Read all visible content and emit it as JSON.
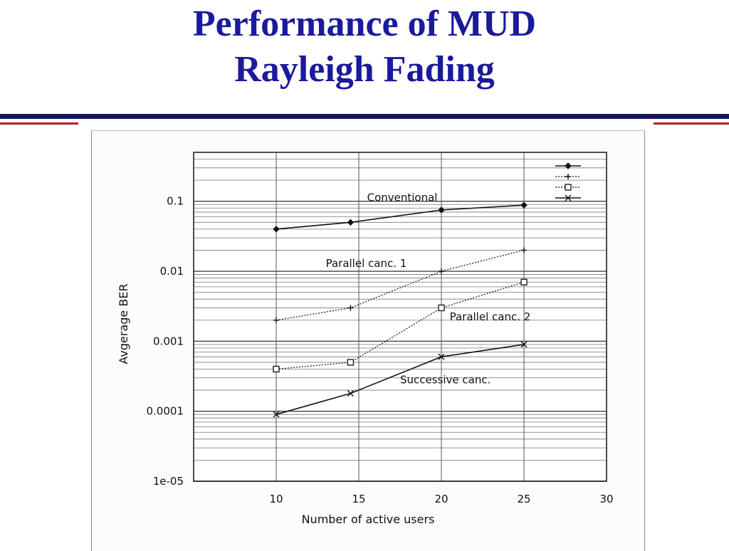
{
  "slide": {
    "title_line1": "Performance of MUD",
    "title_line2": "Rayleigh Fading"
  },
  "colors": {
    "title": "#1a1a9c",
    "rule_primary": "#15155f",
    "rule_secondary": "#b3212d",
    "plot_ink": "#111111"
  },
  "chart_data": {
    "type": "line",
    "title": "",
    "xlabel": "Number of active users",
    "ylabel": "Avgerage BER",
    "x_scale": "linear",
    "y_scale": "log",
    "xlim": [
      5,
      30
    ],
    "ylim": [
      1e-05,
      0.5
    ],
    "x_ticks": [
      10,
      15,
      20,
      25,
      30
    ],
    "y_ticks": [
      {
        "value": 0.1,
        "label": "0.1"
      },
      {
        "value": 0.01,
        "label": "0.01"
      },
      {
        "value": 0.001,
        "label": "0.001"
      },
      {
        "value": 0.0001,
        "label": "0.0001"
      },
      {
        "value": 1e-05,
        "label": "1e-05"
      }
    ],
    "grid": true,
    "legend_position": "top-right",
    "series": [
      {
        "name": "Conventional",
        "marker": "diamond",
        "line_style": "solid",
        "x": [
          10,
          14.5,
          20,
          25
        ],
        "y": [
          0.04,
          0.05,
          0.075,
          0.088
        ]
      },
      {
        "name": "Parallel canc. 1",
        "marker": "plus",
        "line_style": "dotted",
        "x": [
          10,
          14.5,
          20,
          25
        ],
        "y": [
          0.002,
          0.003,
          0.01,
          0.02
        ]
      },
      {
        "name": "Parallel canc. 2",
        "marker": "square",
        "line_style": "dotted",
        "x": [
          10,
          14.5,
          20,
          25
        ],
        "y": [
          0.0004,
          0.0005,
          0.003,
          0.007
        ]
      },
      {
        "name": "Successive canc.",
        "marker": "x",
        "line_style": "solid",
        "x": [
          10,
          14.5,
          20,
          25
        ],
        "y": [
          9e-05,
          0.00018,
          0.0006,
          0.0009
        ]
      }
    ],
    "annotations": [
      {
        "text": "Conventional",
        "x": 15.5,
        "y": 0.1
      },
      {
        "text": "Parallel canc. 1",
        "x": 13,
        "y": 0.0115
      },
      {
        "text": "Parallel canc. 2",
        "x": 20.5,
        "y": 0.002
      },
      {
        "text": "Successive canc.",
        "x": 17.5,
        "y": 0.00025
      }
    ]
  }
}
